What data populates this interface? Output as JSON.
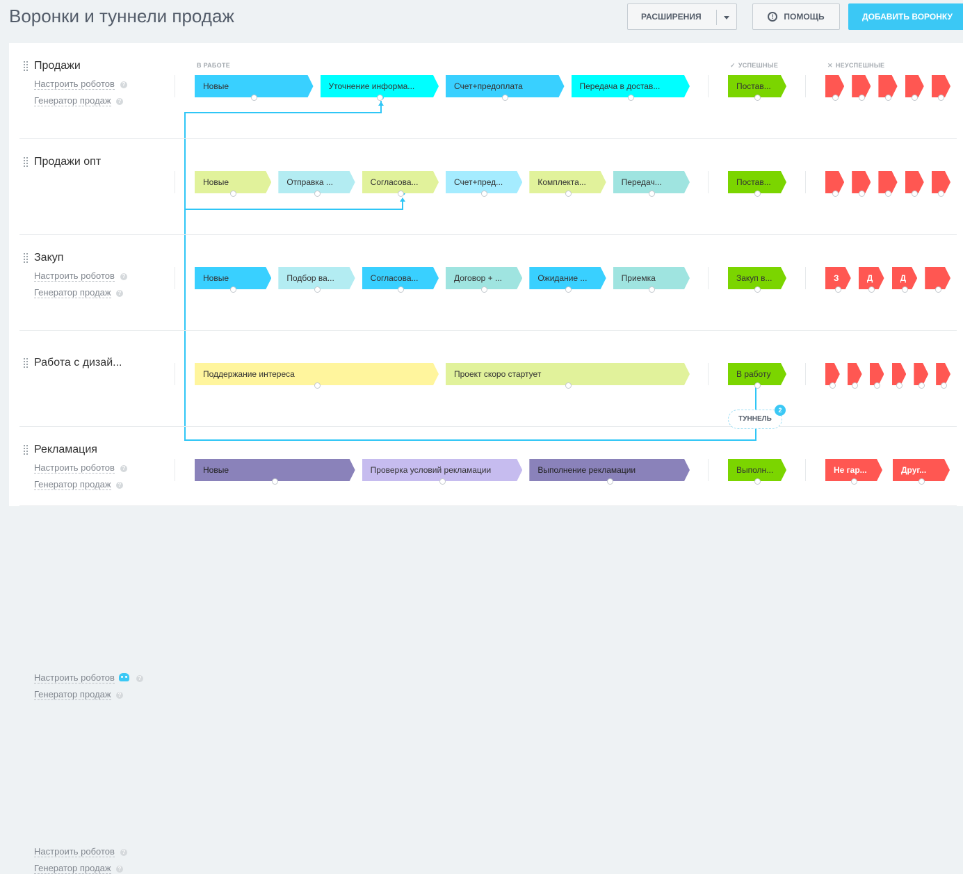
{
  "header": {
    "title": "Воронки и туннели продаж",
    "extensions_label": "РАСШИРЕНИЯ",
    "help_label": "ПОМОЩЬ",
    "add_label": "ДОБАВИТЬ ВОРОНКУ"
  },
  "columns": {
    "in_work": "В РАБОТЕ",
    "success": "УСПЕШНЫЕ",
    "fail": "НЕУСПЕШНЫЕ"
  },
  "funnels": [
    {
      "name": "Продажи",
      "robots": "Настроить роботов",
      "generator": "Генератор продаж",
      "stages": [
        {
          "label": "Новые",
          "color": "#39d0ff"
        },
        {
          "label": "Уточнение информа...",
          "color": "#00ffff"
        },
        {
          "label": "Счет+предоплата",
          "color": "#39d0ff"
        },
        {
          "label": "Передача в достав...",
          "color": "#00ffff"
        }
      ],
      "success": [
        "Постав..."
      ],
      "fail": [
        "",
        "",
        "",
        "",
        ""
      ]
    },
    {
      "name": "Продажи опт",
      "robots": "Настроить роботов",
      "generator": "Генератор продаж",
      "stages": [
        {
          "label": "Новые",
          "color": "#e1f29b"
        },
        {
          "label": "Отправка ...",
          "color": "#b3ecf2"
        },
        {
          "label": "Согласова...",
          "color": "#e1f29b"
        },
        {
          "label": "Счет+пред...",
          "color": "#a5ecff"
        },
        {
          "label": "Комплекта...",
          "color": "#e1f29b"
        },
        {
          "label": "Передач...",
          "color": "#9fe4e0"
        }
      ],
      "success": [
        "Постав..."
      ],
      "fail": [
        "",
        "",
        "",
        "",
        ""
      ]
    },
    {
      "name": "Закуп",
      "robots": "Настроить роботов",
      "generator": "Генератор продаж",
      "stages": [
        {
          "label": "Новые",
          "color": "#39d0ff"
        },
        {
          "label": "Подбор ва...",
          "color": "#b3ecf2"
        },
        {
          "label": "Согласова...",
          "color": "#39d0ff"
        },
        {
          "label": "Договор + ...",
          "color": "#9fe4e0"
        },
        {
          "label": "Ожидание ...",
          "color": "#39d0ff"
        },
        {
          "label": "Приемка",
          "color": "#9fe4e0"
        }
      ],
      "success": [
        "Закуп в..."
      ],
      "fail": [
        "З",
        "Д",
        "Д",
        ""
      ]
    },
    {
      "name": "Работа с дизай...",
      "robots": "Настроить роботов",
      "generator": "Генератор продаж",
      "stages": [
        {
          "label": "Поддержание интереса",
          "color": "#fff59d"
        },
        {
          "label": "Проект скоро стартует",
          "color": "#e1f29b"
        }
      ],
      "success": [
        "В работу"
      ],
      "fail": [
        "",
        "",
        "",
        "",
        "",
        ""
      ]
    },
    {
      "name": "Рекламация",
      "robots": "Настроить роботов",
      "generator": "Генератор продаж",
      "stages": [
        {
          "label": "Новые",
          "color": "#8a82ba"
        },
        {
          "label": "Проверка условий рекламации",
          "color": "#c6bcef"
        },
        {
          "label": "Выполнение рекламации",
          "color": "#8a82ba"
        }
      ],
      "success": [
        "Выполн..."
      ],
      "fail": [
        "Не гар...",
        "Друг..."
      ]
    }
  ],
  "tunnel": {
    "label": "ТУННЕЛЬ",
    "count": "2"
  },
  "colors": {
    "success": "#7bd500",
    "fail": "#ff5752",
    "accent": "#3bc8f5",
    "tunnel_line": "#2fc6f6"
  }
}
